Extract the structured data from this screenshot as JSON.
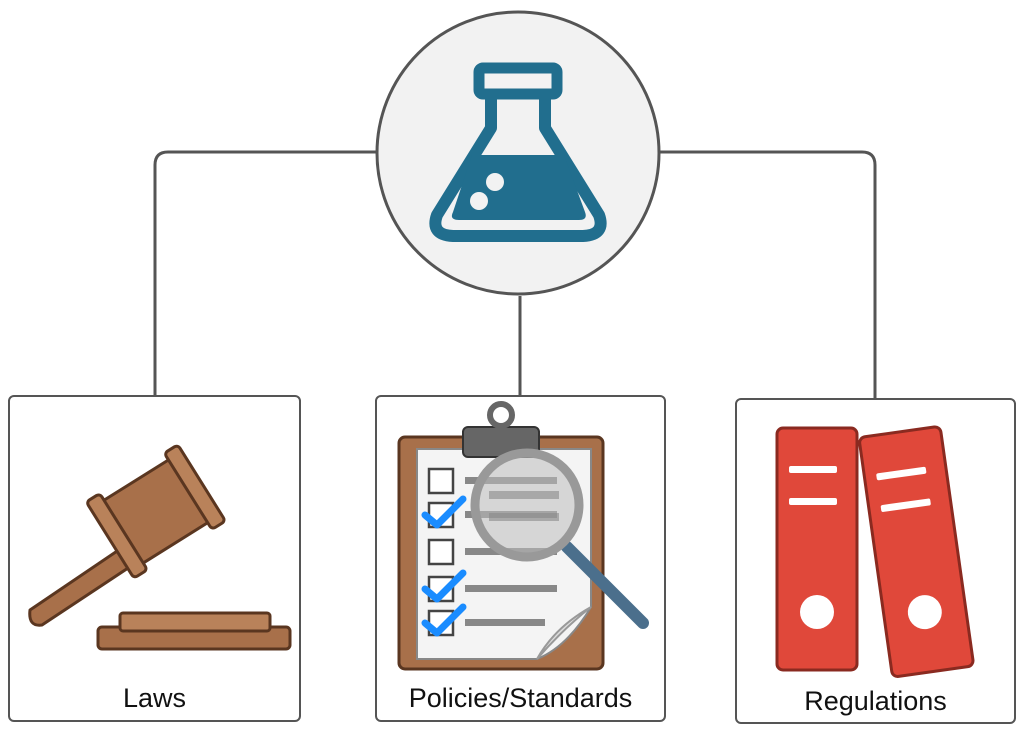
{
  "diagram": {
    "hub": {
      "icon": "lab-flask-icon"
    },
    "cards": [
      {
        "label": "Laws",
        "icon": "gavel-icon"
      },
      {
        "label": "Policies/Standards",
        "icon": "clipboard-checklist-icon"
      },
      {
        "label": "Regulations",
        "icon": "binders-icon"
      }
    ]
  },
  "colors": {
    "line": "#555555",
    "hub_fill": "#f2f2f2",
    "flask": "#216e8e",
    "gavel": "#a8704a",
    "binder_red": "#e0483a",
    "check_blue": "#1a8cff"
  }
}
